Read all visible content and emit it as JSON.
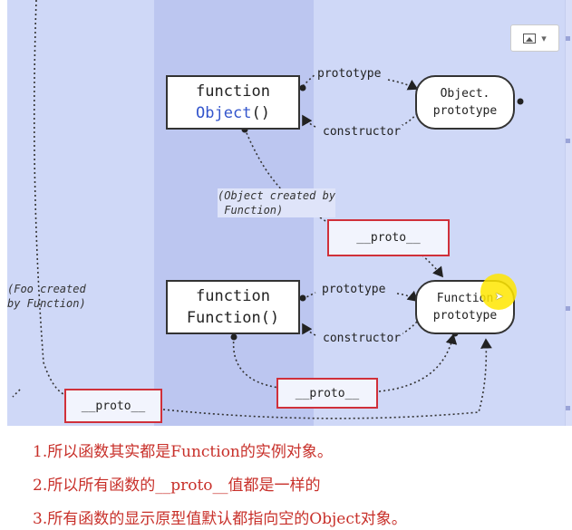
{
  "image_button": {
    "icon": "image-icon",
    "caret": "▾"
  },
  "diagram": {
    "object_function": {
      "line1": "function",
      "line2_name": "Object",
      "line2_parens": "()"
    },
    "object_prototype": {
      "line1": "Object.",
      "line2": "prototype"
    },
    "function_function": {
      "line1": "function",
      "line2": "Function()"
    },
    "function_prototype": {
      "line1": "Function",
      "line2": "prototype"
    },
    "labels": {
      "prototype_top": "prototype",
      "constructor_top": "constructor",
      "prototype_bottom": "prototype",
      "constructor_bottom": "constructor",
      "object_created_by": "(Object created by\n Function)",
      "foo_created_by": "(Foo created\nby Function)"
    },
    "proto_boxes": [
      "__proto__",
      "__proto__",
      "__proto__"
    ]
  },
  "notes": [
    "1.所以函数其实都是Function的实例对象。",
    "2.所以所有函数的__proto__值都是一样的",
    "3.所有函数的显示原型值默认都指向空的Object对象。"
  ]
}
